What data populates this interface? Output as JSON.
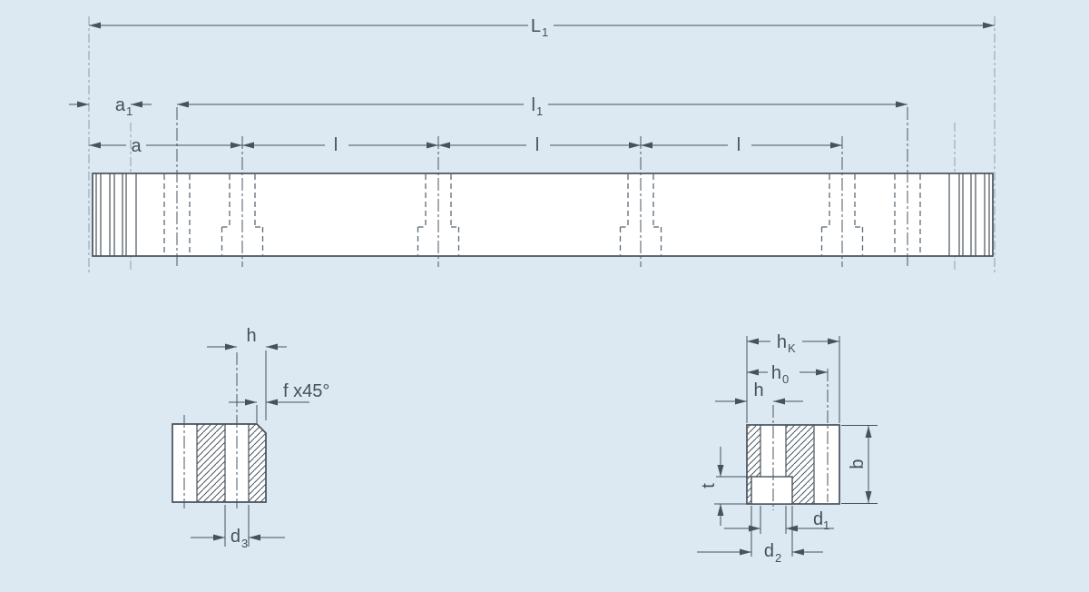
{
  "title": "dimension-drawing-guideway-rail",
  "colors": {
    "background": "#dce9f2",
    "line": "#46525c",
    "hidden_line": "#5f6b75",
    "ghost_line": "#90a0ab",
    "part_fill": "#ffffff",
    "text": "#44505a"
  },
  "top_view": {
    "L1": {
      "base": "L",
      "sub": "1"
    },
    "l1": {
      "base": "l",
      "sub": "1"
    },
    "a1": {
      "base": "a",
      "sub": "1"
    },
    "a": "a",
    "l_labels": [
      "l",
      "l",
      "l"
    ]
  },
  "section_end_hole": {
    "h": "h",
    "chamfer": "f x45°",
    "d3": {
      "base": "d",
      "sub": "3"
    }
  },
  "section_fixing_hole": {
    "hK": {
      "base": "h",
      "sub": "K"
    },
    "h0": {
      "base": "h",
      "sub": "0"
    },
    "h": "h",
    "b": "b",
    "t": "t",
    "d1": {
      "base": "d",
      "sub": "1"
    },
    "d2": {
      "base": "d",
      "sub": "2"
    }
  }
}
